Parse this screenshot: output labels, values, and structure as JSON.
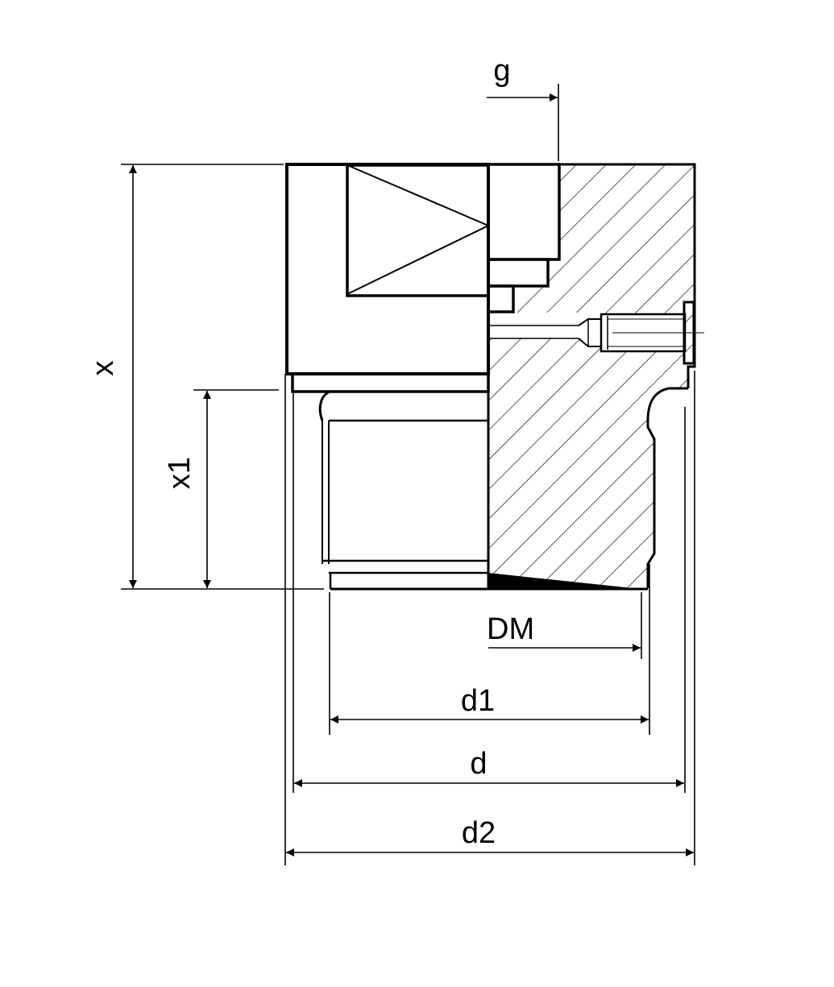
{
  "diagram": {
    "line_color": "#000000",
    "background": "#ffffff",
    "labels": {
      "g": "g",
      "x": "x",
      "x1": "x1",
      "dm": "DM",
      "d1": "d1",
      "d": "d",
      "d2": "d2"
    }
  }
}
